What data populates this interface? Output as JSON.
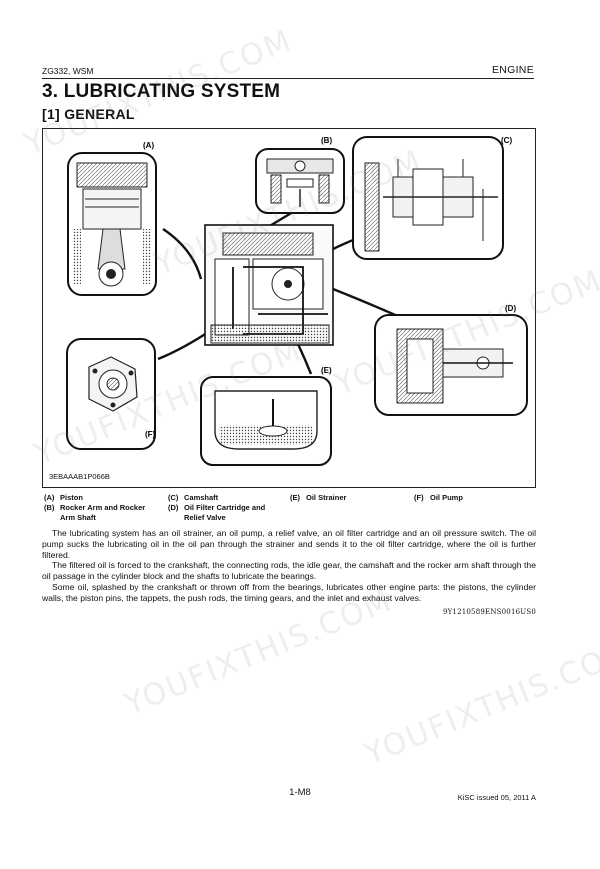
{
  "header": {
    "left": "ZG332, WSM",
    "right": "ENGINE"
  },
  "title": {
    "section": "3.  LUBRICATING SYSTEM",
    "subsection": "[1]  GENERAL"
  },
  "figure": {
    "labels": [
      "(A)",
      "(B)",
      "(C)",
      "(D)",
      "(E)",
      "(F)"
    ],
    "code": "3EBAAAB1P066B"
  },
  "legend": [
    {
      "key": "(A)",
      "value": "Piston"
    },
    {
      "key": "(B)",
      "value": "Rocker Arm and Rocker Arm Shaft"
    },
    {
      "key": "(C)",
      "value": "Camshaft"
    },
    {
      "key": "(D)",
      "value": "Oil Filter Cartridge and Relief Valve"
    },
    {
      "key": "(E)",
      "value": "Oil Strainer"
    },
    {
      "key": "(F)",
      "value": "Oil Pump"
    }
  ],
  "paragraphs": [
    "The lubricating system has an oil strainer, an oil pump, a relief valve, an oil filter cartridge and an oil pressure switch. The oil pump sucks the lubricating oil in the oil pan through the strainer and sends it to the oil filter cartridge, where the oil is further filtered.",
    "The filtered oil is forced to the crankshaft, the connecting rods, the idle gear, the camshaft and the rocker arm shaft through the oil passage in the cylinder block and the shafts to lubricate the bearings.",
    "Some oil, splashed by the crankshaft or thrown off from the bearings, lubricates other engine parts: the pistons, the cylinder walls, the piston pins, the tappets, the push rods, the timing gears, and the inlet and exhaust valves."
  ],
  "reference_code": "9Y1210589ENS0016US0",
  "footer": {
    "page": "1-M8",
    "issued": "KiSC issued 05, 2011 A"
  },
  "watermark": "YOUFIXTHIS.COM"
}
